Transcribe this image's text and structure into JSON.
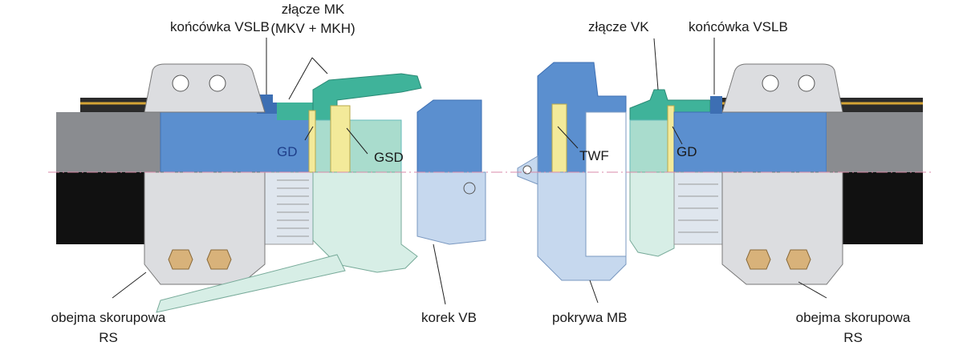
{
  "labels": {
    "left_vslb": "końcówka VSLB",
    "mk_title": "złącze MK",
    "mk_sub": "(MKV + MKH)",
    "gd_left": "GD",
    "gsd": "GSD",
    "vk": "złącze VK",
    "right_vslb": "końcówka VSLB",
    "twf": "TWF",
    "gd_right": "GD",
    "rs_left_1": "obejma skorupowa",
    "rs_left_2": "RS",
    "korek": "korek VB",
    "pokrywa": "pokrywa MB",
    "rs_right_1": "obejma skorupowa",
    "rs_right_2": "RS"
  },
  "colors": {
    "blue": "#5b8fcf",
    "dark_blue": "#3d6fb3",
    "light_blue": "#c6d8ee",
    "green": "#3fb39a",
    "light_green": "#a9dccd",
    "yellow": "#f3ea9a",
    "gray": "#dcdde0",
    "brass": "#d8b27a"
  }
}
